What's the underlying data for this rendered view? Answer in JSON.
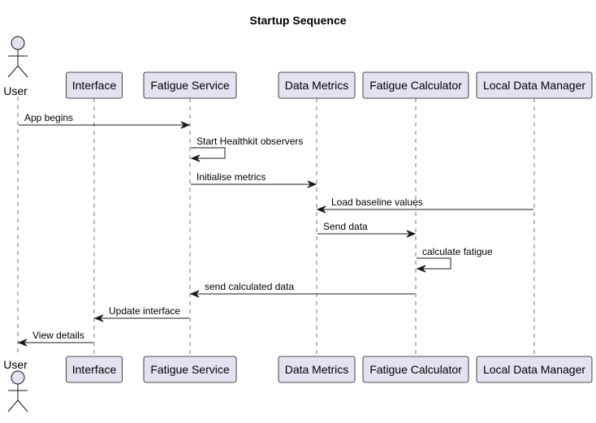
{
  "title": "Startup Sequence",
  "colors": {
    "participant_fill": "#e2e2f0",
    "participant_stroke": "#181818",
    "line": "#181818",
    "background": "#ffffff"
  },
  "participants": [
    {
      "id": "user",
      "label": "User",
      "kind": "actor"
    },
    {
      "id": "interface",
      "label": "Interface",
      "kind": "box"
    },
    {
      "id": "fatigue_service",
      "label": "Fatigue Service",
      "kind": "box"
    },
    {
      "id": "data_metrics",
      "label": "Data Metrics",
      "kind": "box"
    },
    {
      "id": "fatigue_calculator",
      "label": "Fatigue Calculator",
      "kind": "box"
    },
    {
      "id": "local_data_manager",
      "label": "Local Data Manager",
      "kind": "box"
    }
  ],
  "messages": [
    {
      "from": "user",
      "to": "fatigue_service",
      "label": "App begins"
    },
    {
      "from": "fatigue_service",
      "to": "fatigue_service",
      "label": "Start Healthkit observers"
    },
    {
      "from": "fatigue_service",
      "to": "data_metrics",
      "label": "Initialise metrics"
    },
    {
      "from": "local_data_manager",
      "to": "data_metrics",
      "label": "Load baseline values"
    },
    {
      "from": "data_metrics",
      "to": "fatigue_calculator",
      "label": "Send data"
    },
    {
      "from": "fatigue_calculator",
      "to": "fatigue_calculator",
      "label": "calculate fatigue"
    },
    {
      "from": "fatigue_calculator",
      "to": "fatigue_service",
      "label": "send calculated data"
    },
    {
      "from": "fatigue_service",
      "to": "interface",
      "label": "Update interface"
    },
    {
      "from": "interface",
      "to": "user",
      "label": "View details"
    }
  ]
}
